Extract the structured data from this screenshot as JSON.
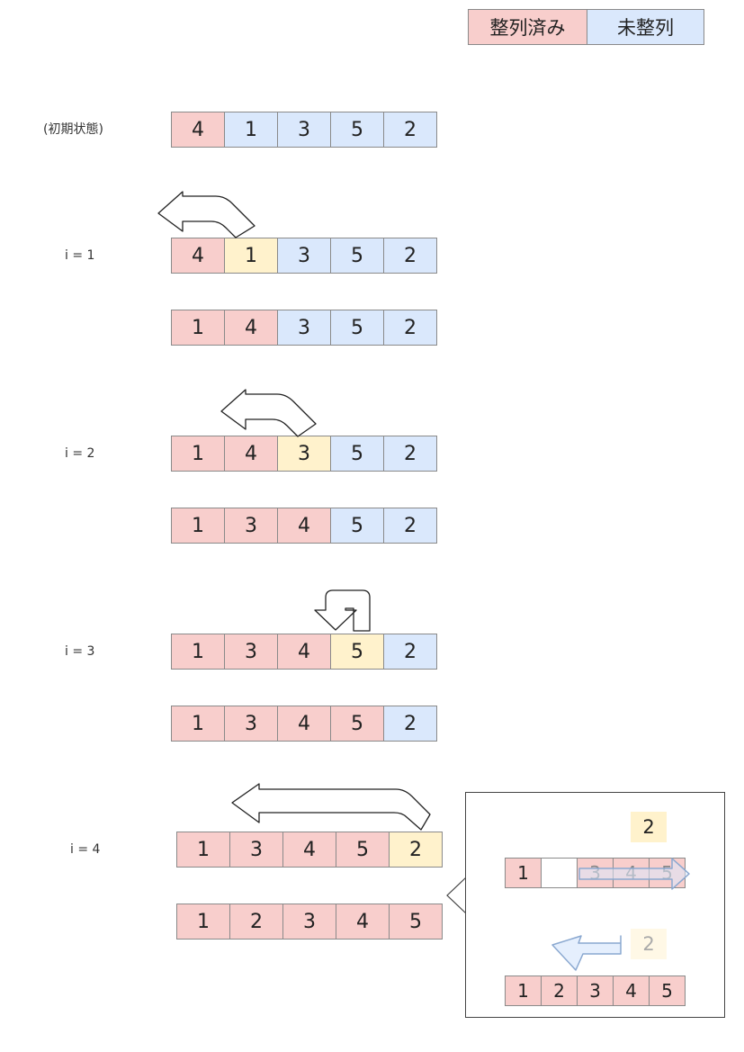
{
  "legend": {
    "sorted": "整列済み",
    "unsorted": "未整列"
  },
  "colors": {
    "sorted": "#f8cecc",
    "unsorted": "#dae8fc",
    "current": "#fff2cc"
  },
  "rows": [
    {
      "label": "(初期状態)",
      "cells": [
        {
          "v": "4",
          "s": "red"
        },
        {
          "v": "1",
          "s": "blue"
        },
        {
          "v": "3",
          "s": "blue"
        },
        {
          "v": "5",
          "s": "blue"
        },
        {
          "v": "2",
          "s": "blue"
        }
      ]
    },
    {
      "label": "i = 1",
      "cells": [
        {
          "v": "4",
          "s": "red"
        },
        {
          "v": "1",
          "s": "yellow"
        },
        {
          "v": "3",
          "s": "blue"
        },
        {
          "v": "5",
          "s": "blue"
        },
        {
          "v": "2",
          "s": "blue"
        }
      ]
    },
    {
      "label": "",
      "cells": [
        {
          "v": "1",
          "s": "red"
        },
        {
          "v": "4",
          "s": "red"
        },
        {
          "v": "3",
          "s": "blue"
        },
        {
          "v": "5",
          "s": "blue"
        },
        {
          "v": "2",
          "s": "blue"
        }
      ]
    },
    {
      "label": "i = 2",
      "cells": [
        {
          "v": "1",
          "s": "red"
        },
        {
          "v": "4",
          "s": "red"
        },
        {
          "v": "3",
          "s": "yellow"
        },
        {
          "v": "5",
          "s": "blue"
        },
        {
          "v": "2",
          "s": "blue"
        }
      ]
    },
    {
      "label": "",
      "cells": [
        {
          "v": "1",
          "s": "red"
        },
        {
          "v": "3",
          "s": "red"
        },
        {
          "v": "4",
          "s": "red"
        },
        {
          "v": "5",
          "s": "blue"
        },
        {
          "v": "2",
          "s": "blue"
        }
      ]
    },
    {
      "label": "i = 3",
      "cells": [
        {
          "v": "1",
          "s": "red"
        },
        {
          "v": "3",
          "s": "red"
        },
        {
          "v": "4",
          "s": "red"
        },
        {
          "v": "5",
          "s": "yellow"
        },
        {
          "v": "2",
          "s": "blue"
        }
      ]
    },
    {
      "label": "",
      "cells": [
        {
          "v": "1",
          "s": "red"
        },
        {
          "v": "3",
          "s": "red"
        },
        {
          "v": "4",
          "s": "red"
        },
        {
          "v": "5",
          "s": "red"
        },
        {
          "v": "2",
          "s": "blue"
        }
      ]
    },
    {
      "label": "i = 4",
      "cells": [
        {
          "v": "1",
          "s": "red"
        },
        {
          "v": "3",
          "s": "red"
        },
        {
          "v": "4",
          "s": "red"
        },
        {
          "v": "5",
          "s": "red"
        },
        {
          "v": "2",
          "s": "yellow"
        }
      ]
    },
    {
      "label": "",
      "cells": [
        {
          "v": "1",
          "s": "red"
        },
        {
          "v": "2",
          "s": "red"
        },
        {
          "v": "3",
          "s": "red"
        },
        {
          "v": "4",
          "s": "red"
        },
        {
          "v": "5",
          "s": "red"
        }
      ]
    }
  ],
  "inset": {
    "held_value": "2",
    "shift_row": [
      {
        "v": "1",
        "s": "red"
      },
      {
        "v": "",
        "s": "white"
      },
      {
        "v": "3",
        "s": "red"
      },
      {
        "v": "4",
        "s": "red"
      },
      {
        "v": "5",
        "s": "red"
      }
    ],
    "faded_value": "2",
    "final_row": [
      {
        "v": "1",
        "s": "red"
      },
      {
        "v": "2",
        "s": "red"
      },
      {
        "v": "3",
        "s": "red"
      },
      {
        "v": "4",
        "s": "red"
      },
      {
        "v": "5",
        "s": "red"
      }
    ]
  }
}
